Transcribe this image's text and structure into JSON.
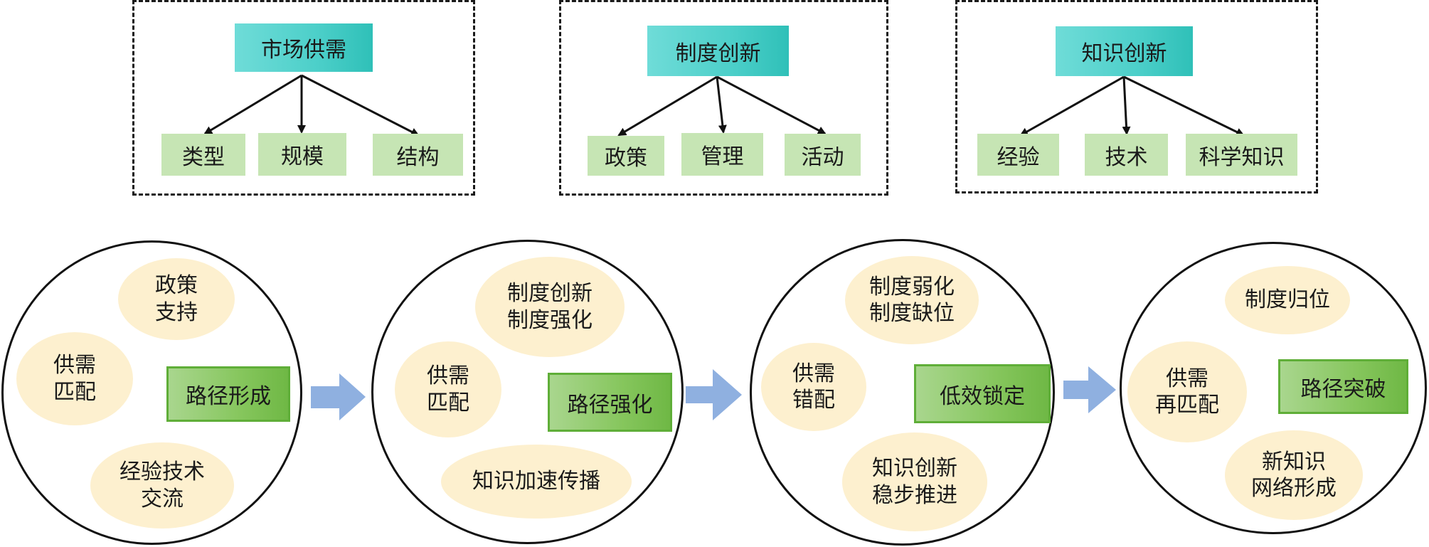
{
  "groups": [
    {
      "head": "市场供需",
      "leaves": [
        "类型",
        "规模",
        "结构"
      ]
    },
    {
      "head": "制度创新",
      "leaves": [
        "政策",
        "管理",
        "活动"
      ]
    },
    {
      "head": "知识创新",
      "leaves": [
        "经验",
        "技术",
        "科学知识"
      ]
    }
  ],
  "stages": [
    {
      "label": "路径形成",
      "bubbles": [
        "政策\n支持",
        "供需\n匹配",
        "经验技术\n交流"
      ]
    },
    {
      "label": "路径强化",
      "bubbles": [
        "制度创新\n制度强化",
        "供需\n匹配",
        "知识加速传播"
      ]
    },
    {
      "label": "低效锁定",
      "bubbles": [
        "制度弱化\n制度缺位",
        "供需\n错配",
        "知识创新\n稳步推进"
      ]
    },
    {
      "label": "路径突破",
      "bubbles": [
        "制度归位",
        "供需\n再匹配",
        "新知识\n网络形成"
      ]
    }
  ],
  "colors": {
    "head": "#4ccfc9",
    "leaf": "#c6e5b4",
    "bubble": "#fdf0cf",
    "stage": "#86c65d",
    "arrow": "#8fb0e0"
  }
}
